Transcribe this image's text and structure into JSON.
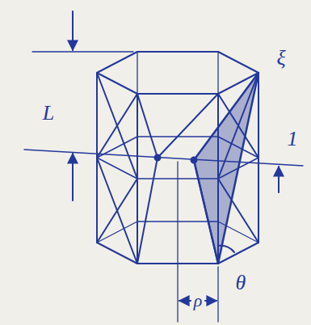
{
  "diagram": {
    "labels": [
      "L",
      "ξ",
      "1",
      "θ",
      "ρ"
    ]
  }
}
